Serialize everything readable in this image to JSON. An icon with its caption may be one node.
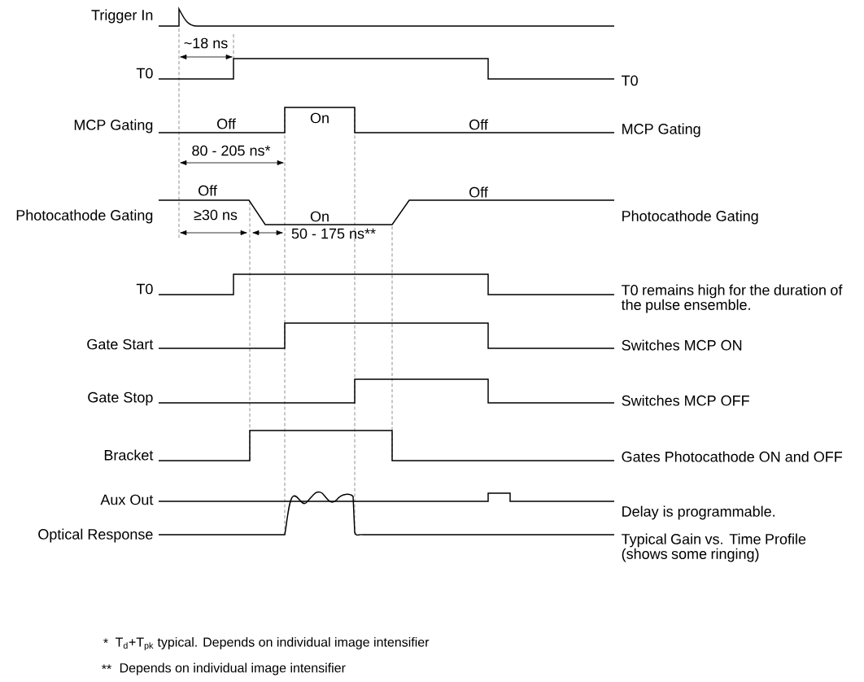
{
  "diagram": {
    "labels": [
      "Trigger In",
      "~18 ns",
      "T0",
      "T0",
      "MCP Gating",
      "Off",
      "On",
      "Off",
      "MCP Gating",
      "80 - 205 ns*",
      "Off",
      "Off",
      "Photocathode Gating",
      "≥30 ns",
      "On",
      "Photocathode Gating",
      "50 - 175 ns**",
      "T0",
      "T0 remains high for the duration of the pulse ensemble.",
      "Gate Start",
      "Switches MCP ON",
      "Gate Stop",
      "Switches MCP OFF",
      "Bracket",
      "Gates Photocathode ON and OFF",
      "Aux Out",
      "Delay is programmable.",
      "Optical Response",
      "Typical Gain vs. Time Profile (shows some ringing)",
      "*",
      "T$_{d}$+T$_{pk}$ typical. Depends on individual image intensifier",
      "**",
      "Depends on individual image intensifier"
    ]
  }
}
